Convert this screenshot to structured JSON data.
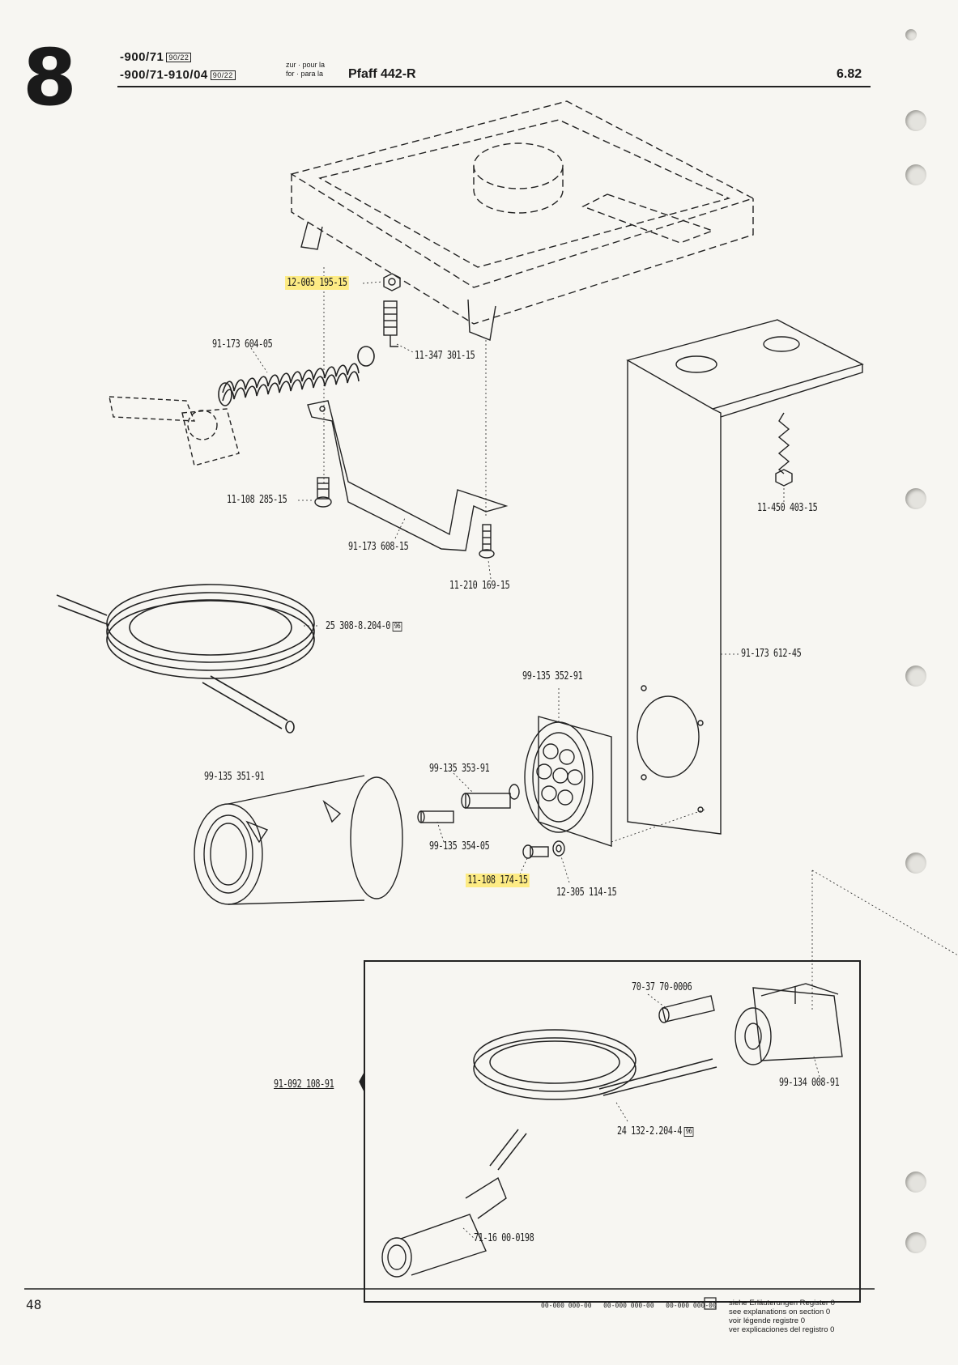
{
  "header": {
    "section_number": "8",
    "line1_model": "-900/71",
    "line1_tag": "90/22",
    "line2_model": "-900/71-910/04",
    "line2_tag": "90/22",
    "lang_top": "zur · pour la",
    "lang_bottom": "for · para la",
    "machine": "Pfaff 442-R",
    "version": "6.82"
  },
  "parts": [
    {
      "label": "12-005 195-15",
      "highlighted": true
    },
    {
      "label": "91-173 604-05",
      "highlighted": false
    },
    {
      "label": "11-347 301-15",
      "highlighted": false
    },
    {
      "label": "11-108 285-15",
      "highlighted": false
    },
    {
      "label": "91-173 608-15",
      "highlighted": false
    },
    {
      "label": "11-210 169-15",
      "highlighted": false
    },
    {
      "label": "11-450 403-15",
      "highlighted": false
    },
    {
      "label": "25 308-8.204-0",
      "highlighted": false,
      "tag": "96"
    },
    {
      "label": "91-173 612-45",
      "highlighted": false
    },
    {
      "label": "99-135 352-91",
      "highlighted": false
    },
    {
      "label": "99-135 351-91",
      "highlighted": false
    },
    {
      "label": "99-135 353-91",
      "highlighted": false
    },
    {
      "label": "99-135 354-05",
      "highlighted": false
    },
    {
      "label": "11-108 174-15",
      "highlighted": true
    },
    {
      "label": "12-305 114-15",
      "highlighted": false
    },
    {
      "label": "70-37 70-0006",
      "highlighted": false
    },
    {
      "label": "91-092 108-91",
      "highlighted": false
    },
    {
      "label": "99-134 008-91",
      "highlighted": false
    },
    {
      "label": "24 132-2.204-4",
      "highlighted": false,
      "tag": "96"
    },
    {
      "label": "71-16 00-0198",
      "highlighted": false
    }
  ],
  "footer": {
    "page_number": "48",
    "codes": [
      "00-000 000-00",
      "00-000 000-00",
      "00-000 000-00"
    ],
    "notes": [
      "siehe Erläuterungen Register 0",
      "see explanations on section 0",
      "voir légende registre 0",
      "ver explicaciones del registro 0"
    ]
  },
  "colors": {
    "highlight": "#fdeb84",
    "paper": "#f7f6f2",
    "ink": "#1a1a1a"
  }
}
